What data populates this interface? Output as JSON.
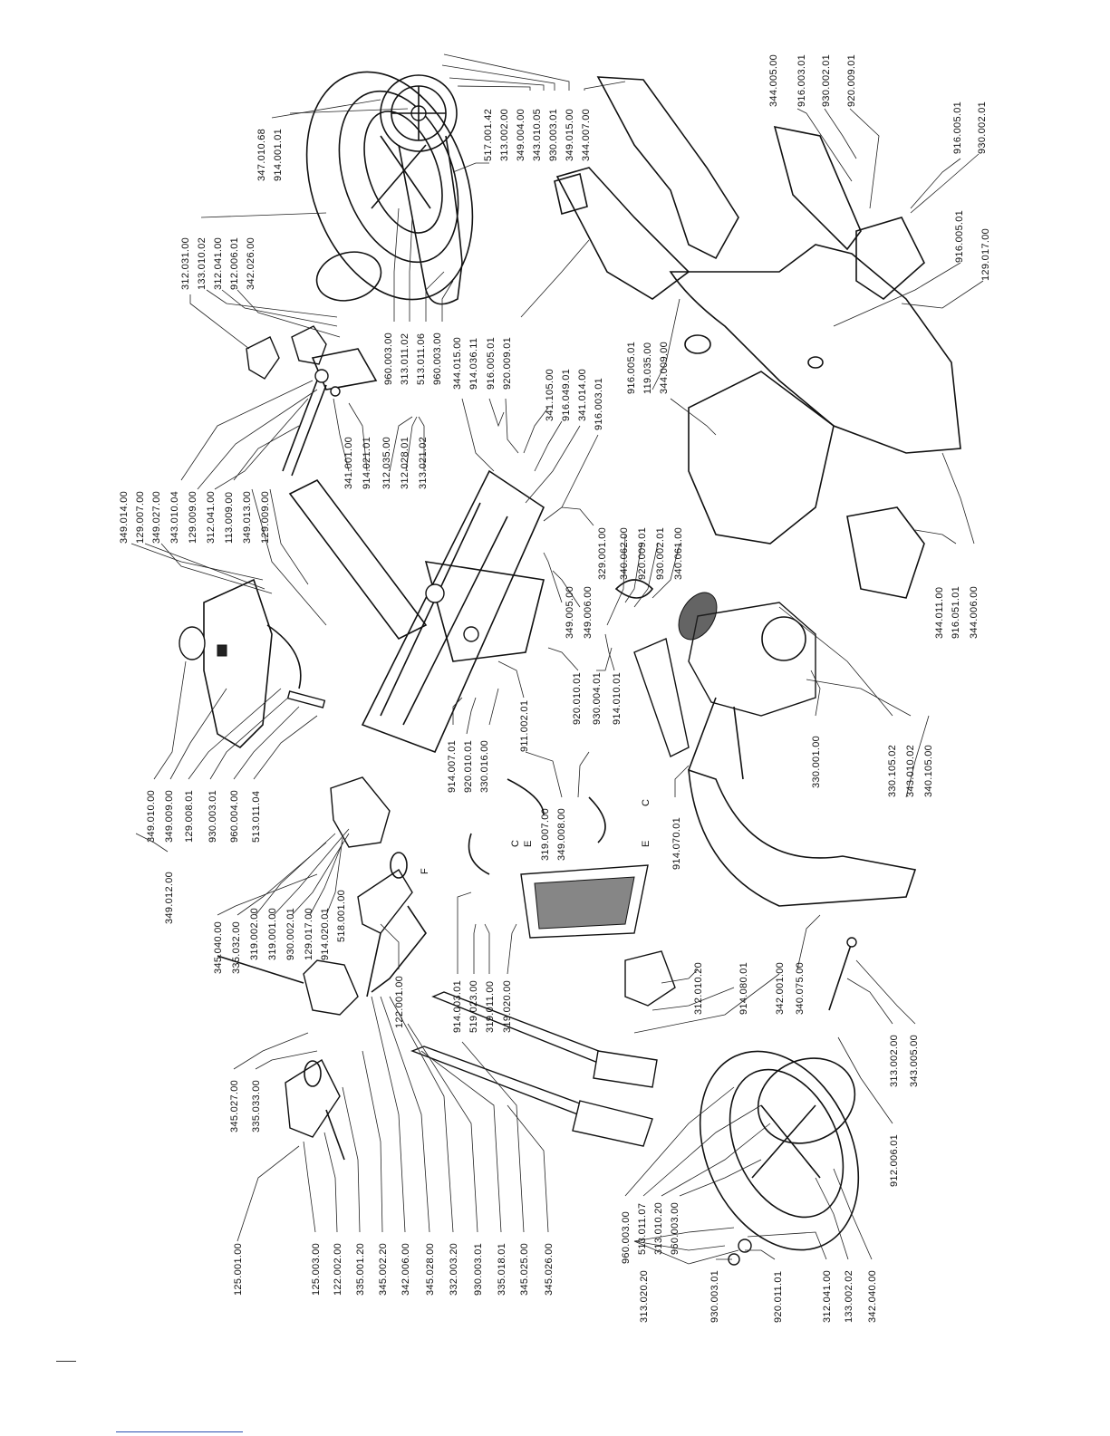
{
  "labels": {
    "g1": [
      "347.010.68",
      "914.001.01"
    ],
    "g2": [
      "517.001.42",
      "313.002.00",
      "349.004.00",
      "343.010.05",
      "930.003.01",
      "349.015.00",
      "344.007.00"
    ],
    "g3": [
      "344.005.00",
      "916.003.01",
      "930.002.01",
      "920.009.01"
    ],
    "g4": [
      "916.005.01",
      "930.002.01"
    ],
    "g5": [
      "916.005.01",
      "129.017.00"
    ],
    "g6": [
      "312.031.00",
      "133.010.02",
      "312.041.00",
      "912.006.01",
      "342.026.00"
    ],
    "g7": [
      "960.003.00",
      "313.011.02",
      "513.011.06",
      "960.003.00"
    ],
    "g8": [
      "344.015.00",
      "914.036.11",
      "916.005.01",
      "920.009.01"
    ],
    "g9": [
      "916.005.01",
      "119.035.00",
      "344.009.00"
    ],
    "g10": [
      "341.105.00",
      "916.049.01",
      "341.014.00",
      "916.003.01"
    ],
    "g11": [
      "341.001.00",
      "914.021.01",
      "312.035.00",
      "312.028.01",
      "313.021.02"
    ],
    "g12": [
      "349.014.00",
      "129.007.00",
      "349.027.00",
      "343.010.04",
      "129.009.00",
      "312.041.00",
      "113.009.00",
      "349.013.00",
      "129.009.00"
    ],
    "g13": [
      "329.001.00",
      "340.062.00",
      "920.009.01",
      "930.002.01",
      "340.061.00"
    ],
    "g14": [
      "349.005.00",
      "349.006.00"
    ],
    "g15": [
      "920.010.01",
      "930.004.01",
      "914.010.01"
    ],
    "g16": [
      "914.007.01",
      "920.010.01",
      "330.016.00",
      "911.002.01"
    ],
    "g17": [
      "319.007.00",
      "349.008.00"
    ],
    "g18": [
      "349.010.00",
      "349.009.00",
      "129.008.01",
      "930.003.01",
      "960.004.00",
      "513.011.04"
    ],
    "g19": [
      "349.012.00"
    ],
    "g20": [
      "345.040.00",
      "335.032.00",
      "319.002.00",
      "319.001.00",
      "930.002.01",
      "129.017.00",
      "914.020.01",
      "518.001.00"
    ],
    "g21": [
      "914.003.01",
      "519.023.00",
      "319.011.00",
      "319.020.00"
    ],
    "g22": [
      "122.001.00"
    ],
    "g23": [
      "914.070.01"
    ],
    "g24": [
      "330.001.00",
      "330.105.02",
      "343.010.02",
      "340.105.00"
    ],
    "g25": [
      "344.011.00",
      "916.051.01",
      "344.006.00"
    ],
    "g26": [
      "312.010.20",
      "914.080.01",
      "342.001.00",
      "340.075.00"
    ],
    "g27": [
      "313.002.00",
      "343.005.00"
    ],
    "g28": [
      "912.006.01"
    ],
    "g29": [
      "960.003.00",
      "513.011.07",
      "313.010.20",
      "960.003.00"
    ],
    "g30": [
      "313.020.20"
    ],
    "g31": [
      "930.003.01",
      "920.011.01",
      "312.041.00",
      "133.002.02",
      "342.040.00"
    ],
    "g32": [
      "345.027.00",
      "335.033.00"
    ],
    "g33": [
      "125.001.00",
      "125.003.00",
      "122.002.00",
      "335.001.20",
      "345.002.20",
      "342.006.00",
      "345.028.00",
      "332.003.20",
      "930.003.01",
      "335.018.01",
      "345.025.00",
      "345.026.00"
    ],
    "letters": [
      "C",
      "E",
      "C",
      "E",
      "F"
    ]
  }
}
